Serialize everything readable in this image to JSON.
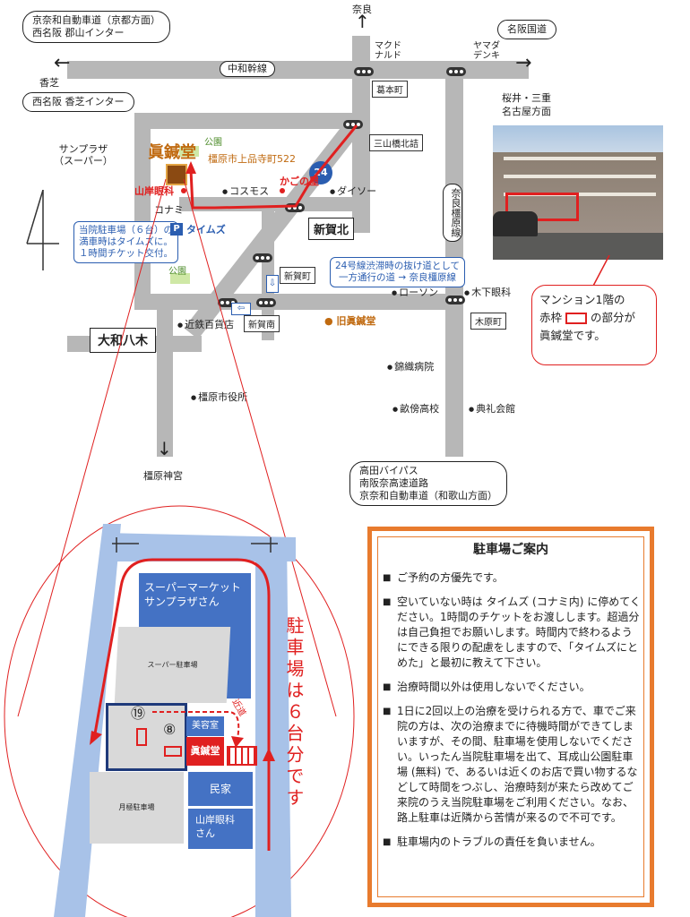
{
  "map": {
    "callouts": {
      "kyoto": [
        "京奈和自動車道（京都方面）",
        "西名阪 郡山インター"
      ],
      "meihan": "名阪国道",
      "nishimeihan_kashiba": "西名阪 香芝インター",
      "takada": [
        "高田バイパス",
        "南阪奈高速道路",
        "京奈和自動車道（和歌山方面）"
      ]
    },
    "directions": {
      "nara": "奈良",
      "kashiba": "香芝",
      "sakurai": [
        "桜井・三重",
        "名古屋方面"
      ],
      "kashihara_jingu": "橿原神宮"
    },
    "roads": {
      "chuwa": "中和幹線",
      "route24": "24",
      "nara_kashihara_line": "奈良橿原線"
    },
    "stations": {
      "kuzumoto": "葛本町",
      "sanyama": "三山橋北詰",
      "shingacho": "新賀町",
      "shinga_minami": "新賀南",
      "kinomotocho": "木原町"
    },
    "intersections": {
      "shinga_kita": "新賀北",
      "yamato_yagi": "大和八木"
    },
    "landmarks": {
      "mcdonalds": "マクド\nナルド",
      "yamada": "ヤマダ\nデンキ",
      "sunplaza": "サンプラザ\n（スーパー）",
      "clinic_name": "眞鍼堂",
      "clinic_address": "橿原市上品寺町522",
      "yamagishi": "山岸眼科",
      "cosmos": "コスモス",
      "kagoya": "かごの屋",
      "daiso": "ダイソー",
      "konami": "コナミ",
      "times": "タイムズ",
      "lawson": "ローソン",
      "kinomoto_eye": "木下眼科",
      "kintetsu": "近鉄百貨店",
      "old_clinic": "旧眞鍼堂",
      "kinshoku": "錦織病院",
      "city_hall": "橿原市役所",
      "unebi_high": "畝傍高校",
      "tenshu": "典礼会館",
      "park1": "公園",
      "park2": "公園"
    },
    "parking_note": "当院駐車場（６台）の\n満車時はタイムズに。\n１時間チケット交付。",
    "route24_note": "24号線渋滞時の抜け道として\n一方通行の道 → 奈良橿原線",
    "photo_note": [
      "マンション1階の",
      "赤枠",
      "の部分が",
      "眞鍼堂です。"
    ],
    "north": "北"
  },
  "detail": {
    "supermarket": "スーパーマーケット\nサンプラザさん",
    "super_parking": "スーパー駐車場",
    "monthly_parking": "月極駐車場",
    "salon": "美容室",
    "clinic": "眞鍼堂",
    "house": "民家",
    "yamagishi": "山岸眼科\nさん",
    "num19": "⑲",
    "num8": "⑧",
    "nearby": "近道",
    "capacity": "駐車場は６台分です"
  },
  "notice": {
    "title": "駐車場ご案内",
    "items": [
      "ご予約の方優先です。",
      "空いていない時は タイムズ (コナミ内) に停めてください。1時間のチケットをお渡しします。超過分は自己負担でお願いします。時間内で終わるようにできる限りの配慮をしますので、「タイムズにとめた」と最初に教えて下さい。",
      "治療時間以外は使用しないでください。",
      "1日に2回以上の治療を受けられる方で、車でご来院の方は、次の治療までに待機時間ができてしまいますが、その間、駐車場を使用しないでください。いったん当院駐車場を出て、耳成山公園駐車場 (無料) で、あるいは近くのお店で買い物するなどして時間をつぶし、治療時刻が来たら改めてご来院のうえ当院駐車場をご利用ください。なお、路上駐車は近隣から苦情が来るので不可です。",
      "駐車場内のトラブルの責任を負いません。"
    ]
  },
  "colors": {
    "road": "#b7b7b7",
    "route": "#e02020",
    "blue": "#4472c4",
    "notice_border": "#e87b2e",
    "clinic_brown": "#c06a10"
  }
}
